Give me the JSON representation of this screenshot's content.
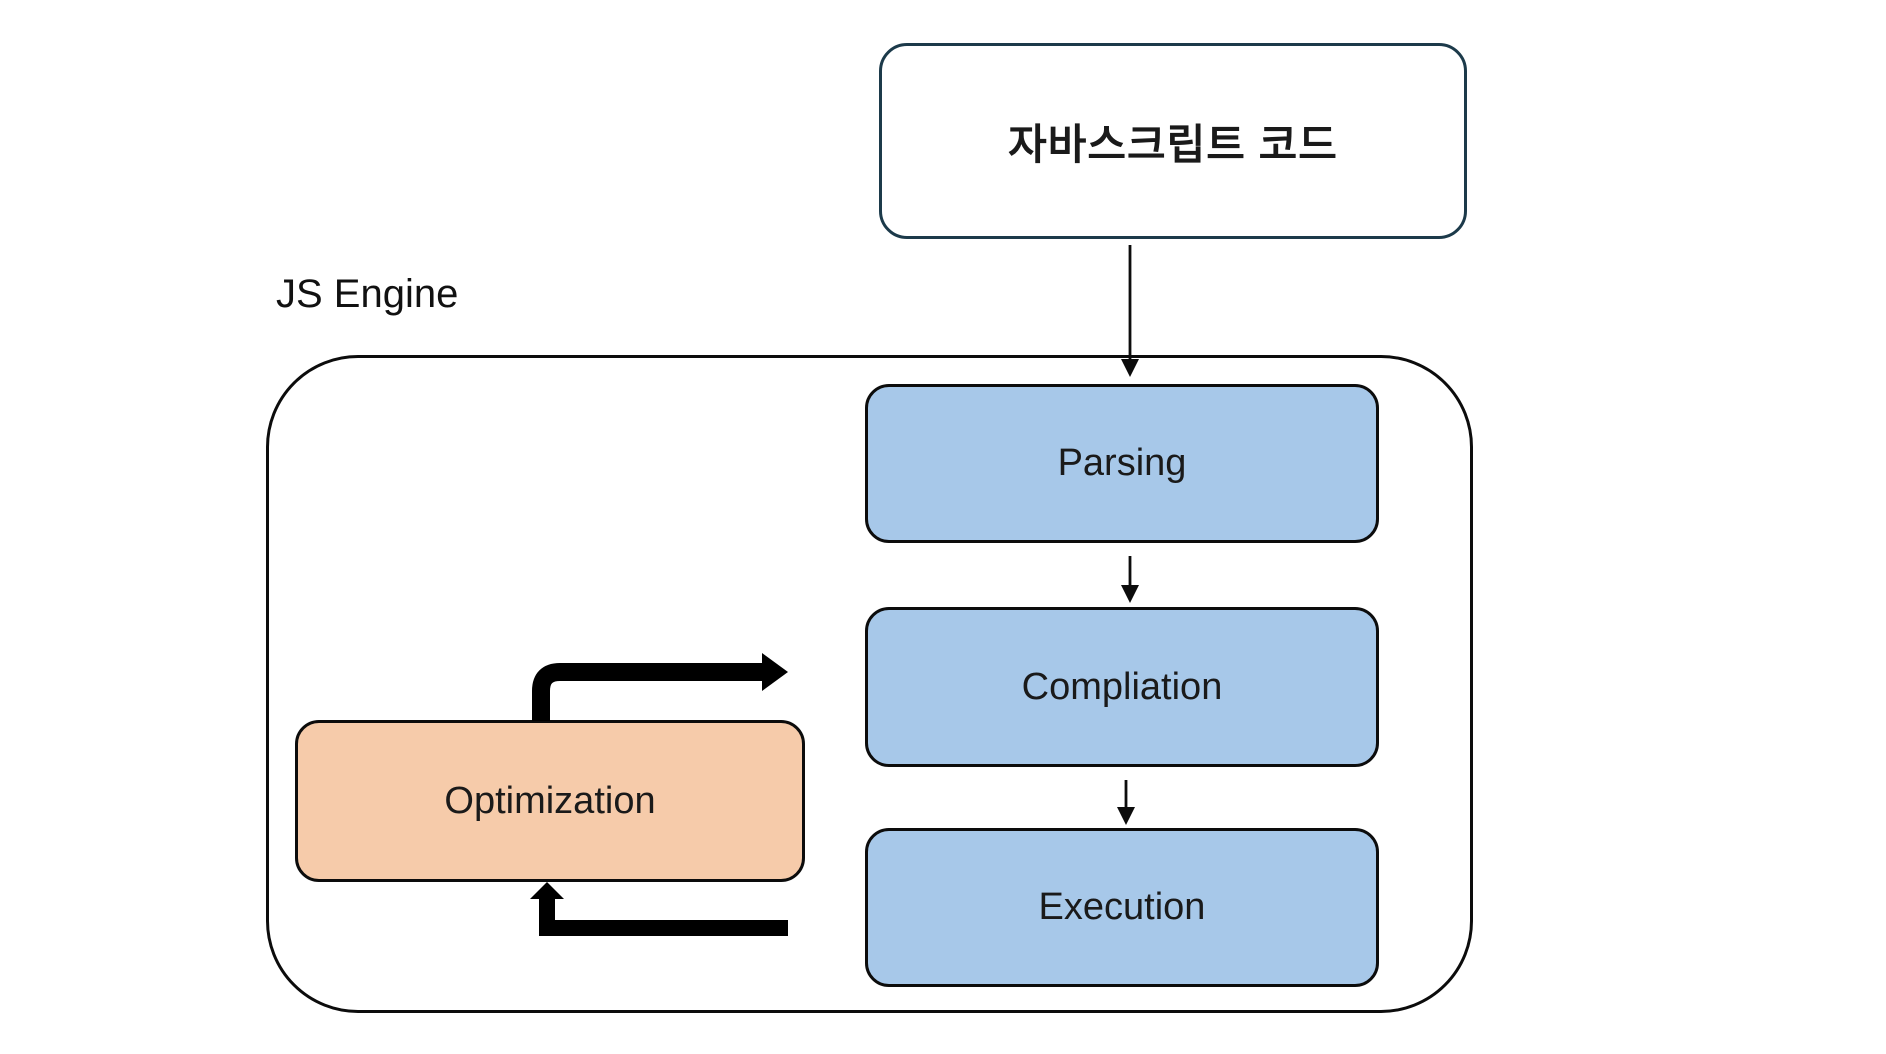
{
  "diagram": {
    "source_box": {
      "label": "자바스크립트 코드"
    },
    "engine_label": "JS Engine",
    "stages": [
      {
        "label": "Parsing"
      },
      {
        "label": "Compliation"
      },
      {
        "label": "Execution"
      }
    ],
    "optimization": {
      "label": "Optimization"
    },
    "colors": {
      "stage_fill": "#a7c8e9",
      "optimization_fill": "#f6cbaa",
      "source_box_border": "#1c3a4a",
      "line": "#0c0c0c"
    }
  }
}
